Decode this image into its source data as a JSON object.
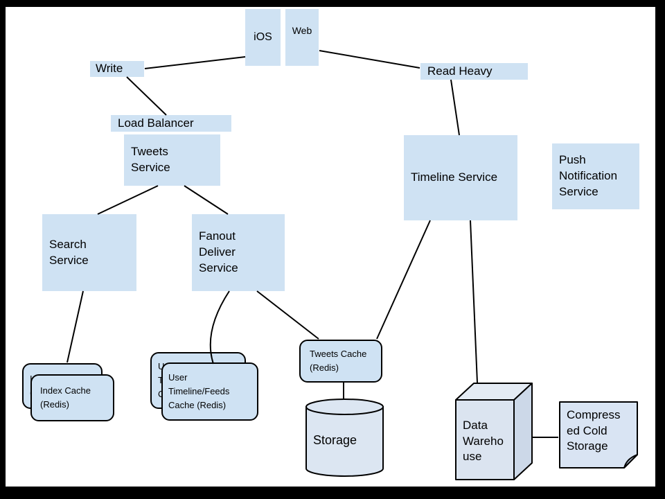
{
  "colors": {
    "background": "#000000",
    "canvas": "#ffffff",
    "node_fill": "#cfe2f3",
    "shape_fill": "#dce6f2",
    "cube_top_fill": "#e4ebf4",
    "cube_side_fill": "#ccd8e8",
    "fold_fill": "#b9c7d9",
    "stroke": "#000000"
  },
  "clients": {
    "ios": "iOS",
    "web": "Web"
  },
  "flow_labels": {
    "write": "Write",
    "read_heavy": "Read Heavy"
  },
  "nodes": {
    "load_balancer": "Load Balancer",
    "tweets_service": "Tweets\nService",
    "timeline_service": "Timeline Service",
    "push_notification_service": "Push\nNotification\nService",
    "search_service": "Search\nService",
    "fanout_deliver_service": "Fanout\nDeliver\nService",
    "index_cache": "Index Cache\n(Redis)",
    "user_timeline_cache": "User\nTimeline/Feeds\nCache (Redis)",
    "tweets_cache": "Tweets Cache\n(Redis)",
    "storage": "Storage",
    "data_warehouse": "Data\nWareho\nuse",
    "cold_storage": "Compress\ned Cold\nStorage"
  },
  "edges": [
    {
      "from": "iOS",
      "to": "Write"
    },
    {
      "from": "Write",
      "to": "Load Balancer"
    },
    {
      "from": "Web",
      "to": "Read Heavy"
    },
    {
      "from": "Read Heavy",
      "to": "Timeline Service"
    },
    {
      "from": "Tweets Service",
      "to": "Search Service"
    },
    {
      "from": "Tweets Service",
      "to": "Fanout Deliver Service"
    },
    {
      "from": "Search Service",
      "to": "Index Cache (Redis)"
    },
    {
      "from": "Fanout Deliver Service",
      "to": "User Timeline/Feeds Cache (Redis)"
    },
    {
      "from": "Fanout Deliver Service",
      "to": "Tweets Cache (Redis)"
    },
    {
      "from": "Timeline Service",
      "to": "Tweets Cache (Redis)"
    },
    {
      "from": "Timeline Service",
      "to": "Data Warehouse"
    },
    {
      "from": "Data Warehouse",
      "to": "Compressed Cold Storage"
    },
    {
      "from": "Tweets Cache (Redis)",
      "to": "Storage"
    }
  ]
}
